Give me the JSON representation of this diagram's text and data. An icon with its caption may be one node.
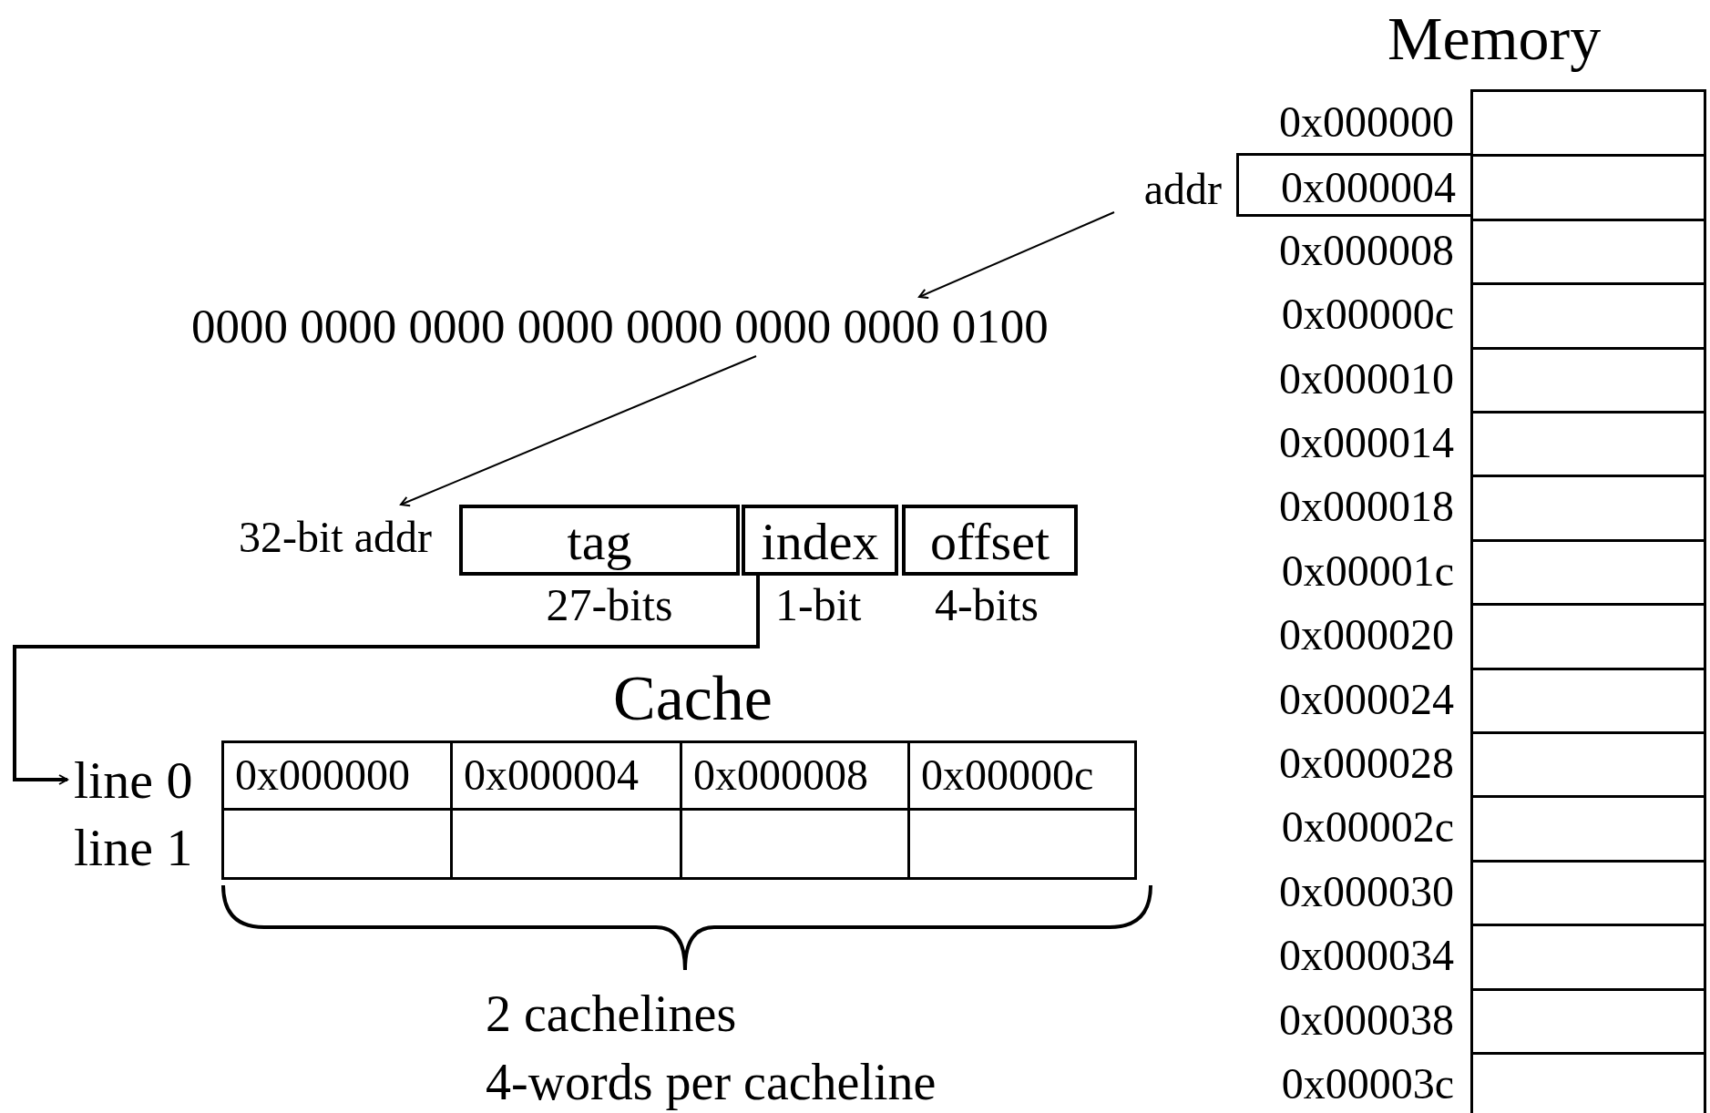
{
  "diagram": {
    "nodes": [
      {
        "text": [
          "Memory"
        ]
      },
      {
        "text": [
          "addr"
        ]
      },
      {
        "text": [
          "0x000004"
        ]
      },
      {
        "text": [
          "0000 0000 0000 0000 0000 0000 0000 0100"
        ]
      },
      {
        "text": [
          "32-bit addr"
        ]
      },
      {
        "text": [
          "tag"
        ],
        "beside": [
          "27-bits"
        ]
      },
      {
        "text": [
          "index"
        ],
        "beside": [
          "1-bit"
        ]
      },
      {
        "text": [
          "offset"
        ],
        "beside": [
          "4-bits"
        ]
      },
      {
        "text": [
          "Cache"
        ]
      },
      {
        "text": [
          "line 0"
        ]
      }
    ],
    "edges": [
      {
        "from": 1,
        "to": 3,
        "arrow": "to"
      },
      {
        "from": 3,
        "to": 4,
        "arrow": "to"
      },
      {
        "from": 6,
        "to": 9,
        "arrow": "to"
      }
    ],
    "labels": [
      "0x000000",
      "0x000008",
      "0x00000c",
      "0x000010",
      "0x000014",
      "0x000018",
      "0x00001c",
      "0x000020",
      "0x000024",
      "0x000028",
      "0x00002c",
      "0x000030",
      "0x000034",
      "0x000038",
      "0x00003c",
      "0x000000",
      "0x000004",
      "0x000008",
      "0x00000c",
      "line 1",
      "2 cachelines",
      "4-words per cacheline"
    ]
  }
}
